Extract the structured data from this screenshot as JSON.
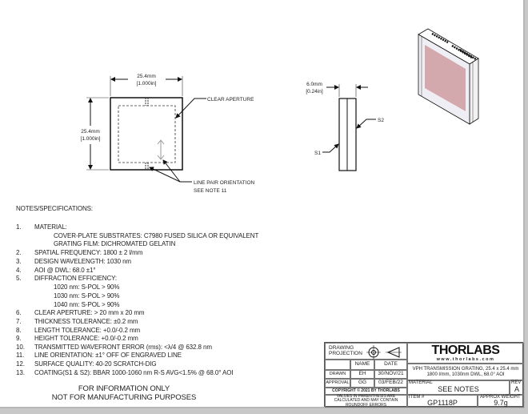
{
  "drawing": {
    "front_view": {
      "width_mm": "25.4mm",
      "width_in": "[1.000in]",
      "height_mm": "25.4mm",
      "height_in": "[1.000in]",
      "clear_aperture": "CLEAR APERTURE",
      "line_pair_1": "LINE PAIR ORIENTATION",
      "line_pair_2": "SEE NOTE 11"
    },
    "side_view": {
      "thickness_mm": "6.0mm",
      "thickness_in": "[0.24in]",
      "s1": "S1",
      "s2": "S2"
    },
    "iso_color": "#d4a9ad"
  },
  "notes": {
    "heading": "NOTES/SPECIFICATIONS:",
    "lines": [
      {
        "num": "1.",
        "text": "MATERIAL:"
      },
      {
        "num": "",
        "text": "COVER-PLATE SUBSTRATES: C7980 FUSED SILICA OR EQUIVALENT"
      },
      {
        "num": "",
        "text": "GRATING FILM: DICHROMATED GELATIN"
      },
      {
        "num": "2.",
        "text": "SPATIAL FREQUENCY: 1800 ± 2 l/mm"
      },
      {
        "num": "3.",
        "text": "DESIGN WAVELENGTH: 1030 nm"
      },
      {
        "num": "4.",
        "text": "AOI @ DWL: 68.0 ±1°"
      },
      {
        "num": "5.",
        "text": "DIFFRACTION EFFICIENCY:"
      },
      {
        "num": "",
        "text": "1020 nm: S-POL > 90%"
      },
      {
        "num": "",
        "text": "1030 nm: S-POL > 90%"
      },
      {
        "num": "",
        "text": "1040 nm: S-POL > 90%"
      },
      {
        "num": "6.",
        "text": "CLEAR APERTURE: > 20 mm x 20 mm"
      },
      {
        "num": "7.",
        "text": "THICKNESS TOLERANCE: ±0.2 mm"
      },
      {
        "num": "8.",
        "text": "LENGTH TOLERANCE: +0.0/-0.2 mm"
      },
      {
        "num": "9.",
        "text": "HEIGHT TOLERANCE: +0.0/-0.2 mm"
      },
      {
        "num": "10.",
        "text": "TRANSMITTED WAVEFRONT ERROR (rms): <λ/4 @ 632.8 nm"
      },
      {
        "num": "11.",
        "text": "LINE ORIENTATION: ±1° OFF OF ENGRAVED LINE"
      },
      {
        "num": "12.",
        "text": "SURFACE QUALITY: 40-20 SCRATCH-DIG"
      },
      {
        "num": "13.",
        "text": "COATING(S1 & S2): BBAR 1000-1060 nm R-S AVG<1.5% @ 68.0° AOI"
      }
    ],
    "disclaimer_1": "FOR INFORMATION ONLY",
    "disclaimer_2": "NOT FOR MANUFACTURING PURPOSES"
  },
  "title_block": {
    "projection_label": "DRAWING PROJECTION",
    "name_header": "NAME",
    "date_header": "DATE",
    "drawn_label": "DRAWN",
    "drawn_name": "EH",
    "drawn_date": "30/NOV/21",
    "approval_label": "APPROVAL",
    "approval_name": "GG",
    "approval_date": "03/FEB/22",
    "copyright": "COPYRIGHT © 2021 BY THORLABS",
    "values_note": "VALUES IN PARENTHESIS ARE CALCULATED AND MAY CONTAIN ROUNDOFF ERRORS",
    "logo": "THORLABS",
    "website": "www.thorlabs.com",
    "title_1": "VPH TRANSMISSION GRATING, 25.4 x 25.4 mm",
    "title_2": "1800 l/mm, 1030nm DWL, 68.0° AOI",
    "material_label": "MATERIAL",
    "material_value": "SEE NOTES",
    "rev_label": "REV",
    "rev_value": "A",
    "item_label": "ITEM #",
    "item_value": "GP1118P",
    "weight_label": "APPROX WEIGHT",
    "weight_value": "9.7g"
  }
}
